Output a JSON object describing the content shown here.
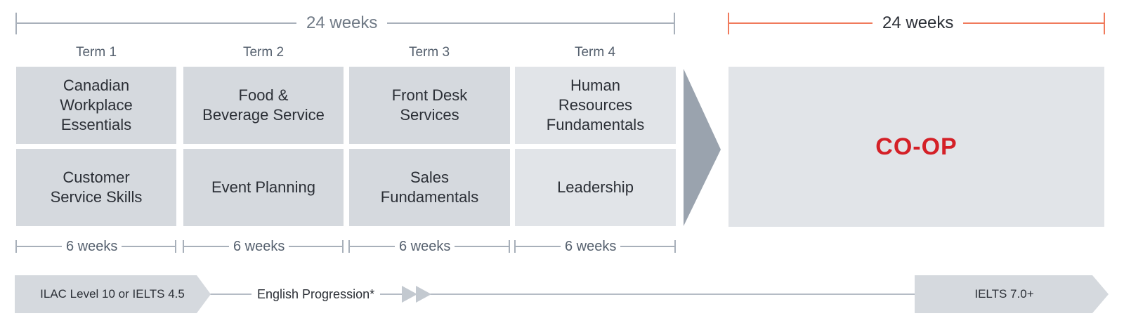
{
  "header": {
    "program_duration": "24 weeks",
    "coop_duration": "24 weeks"
  },
  "terms": [
    {
      "label": "Term 1",
      "courses": [
        "Canadian\nWorkplace\nEssentials",
        "Customer\nService Skills"
      ],
      "duration": "6 weeks"
    },
    {
      "label": "Term 2",
      "courses": [
        "Food &\nBeverage Service",
        "Event Planning"
      ],
      "duration": "6 weeks"
    },
    {
      "label": "Term 3",
      "courses": [
        "Front Desk\nServices",
        "Sales\nFundamentals"
      ],
      "duration": "6 weeks"
    },
    {
      "label": "Term 4",
      "courses": [
        "Human\nResources\nFundamentals",
        "Leadership"
      ],
      "duration": "6 weeks"
    }
  ],
  "coop": {
    "label": "CO-OP"
  },
  "progression": {
    "start": "ILAC Level 10 or IELTS 4.5",
    "middle": "English Progression*",
    "end": "IELTS 7.0+"
  },
  "colors": {
    "accent_red": "#d42027",
    "coop_bracket": "#f07a5c",
    "grey_bracket": "#a8b0ba",
    "arrow": "#9aa3ae"
  }
}
